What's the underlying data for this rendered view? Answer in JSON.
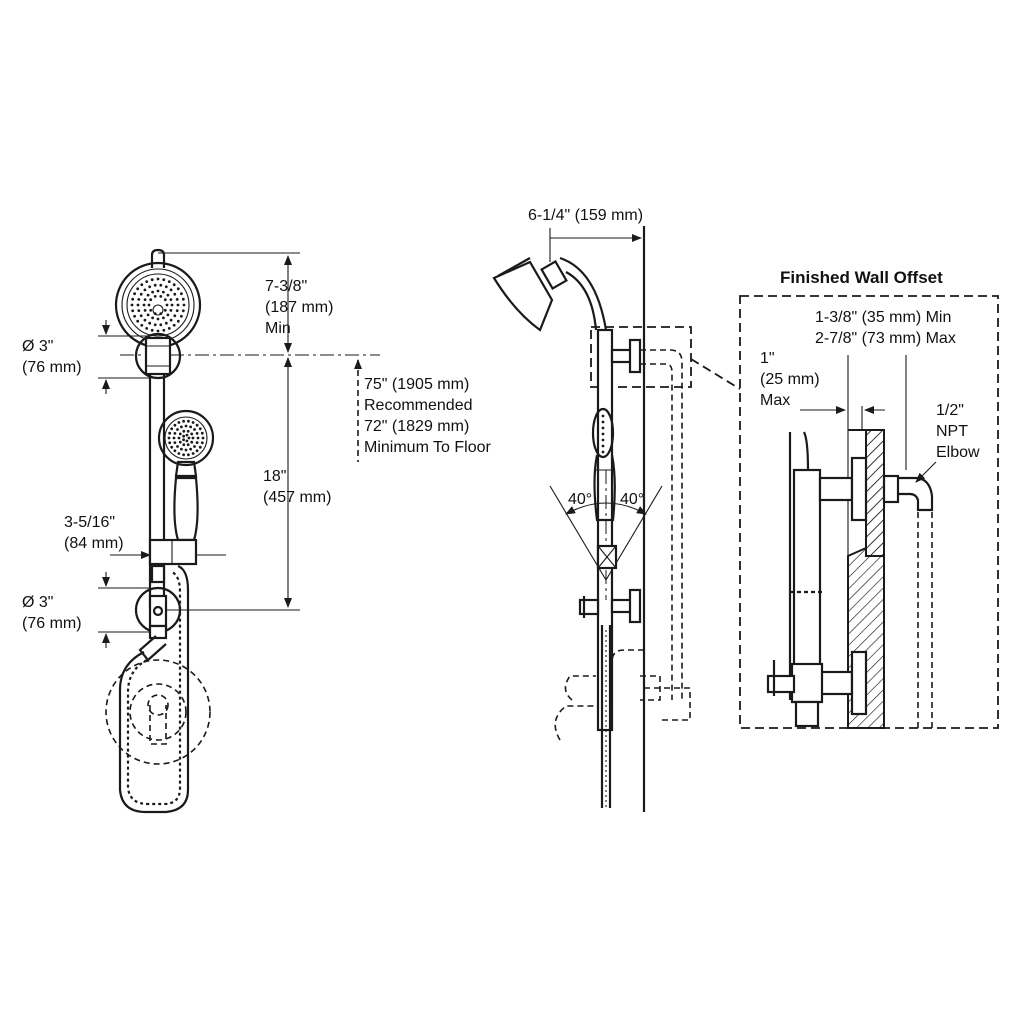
{
  "front_view": {
    "head_offset": {
      "line1": "7-3/8\"",
      "line2": "(187 mm)",
      "line3": "Min"
    },
    "top_flange_dia": {
      "line1": "Ø 3\"",
      "line2": "(76 mm)"
    },
    "height_to_floor": {
      "line1": "75\" (1905 mm)",
      "line2": "Recommended",
      "line3": "72\" (1829 mm)",
      "line4": "Minimum To Floor"
    },
    "bar_length": {
      "line1": "18\"",
      "line2": "(457 mm)"
    },
    "slide_projection": {
      "line1": "3-5/16\"",
      "line2": "(84 mm)"
    },
    "bottom_flange_dia": {
      "line1": "Ø 3\"",
      "line2": "(76 mm)"
    }
  },
  "side_view": {
    "projection": "6-1/4\" (159 mm)",
    "angle_left": "40°",
    "angle_right": "40°"
  },
  "detail": {
    "title": "Finished Wall Offset",
    "offset_min_max": {
      "line1": "1-3/8\" (35 mm) Min",
      "line2": "2-7/8\" (73 mm) Max"
    },
    "wall_max": {
      "line1": "1\"",
      "line2": "(25 mm)",
      "line3": "Max"
    },
    "elbow": {
      "line1": "1/2\"",
      "line2": "NPT",
      "line3": "Elbow"
    }
  }
}
